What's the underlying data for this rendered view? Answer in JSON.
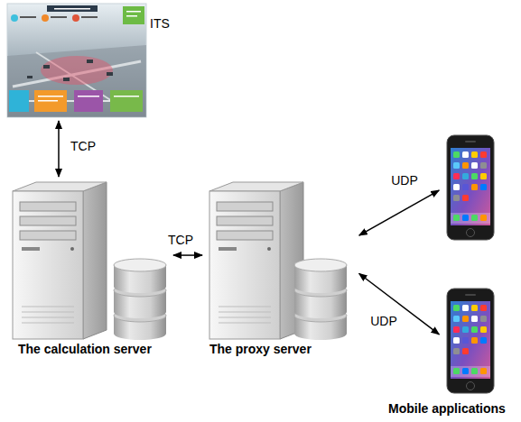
{
  "diagram": {
    "nodes": [
      {
        "text": [
          "ITS"
        ]
      },
      {
        "text": [
          "The calculation server"
        ]
      },
      {
        "text": [
          "The proxy server"
        ]
      },
      {
        "text": [
          "Mobile applications"
        ]
      }
    ],
    "edges": [
      {
        "from": 0,
        "to": 1,
        "label": "TCP",
        "arrow": "both"
      },
      {
        "from": 1,
        "to": 2,
        "label": "TCP",
        "arrow": "both"
      },
      {
        "from": 2,
        "to": 3,
        "label": "UDP",
        "arrow": "both"
      },
      {
        "from": 2,
        "to": 3,
        "label": "UDP",
        "arrow": "both"
      }
    ]
  }
}
